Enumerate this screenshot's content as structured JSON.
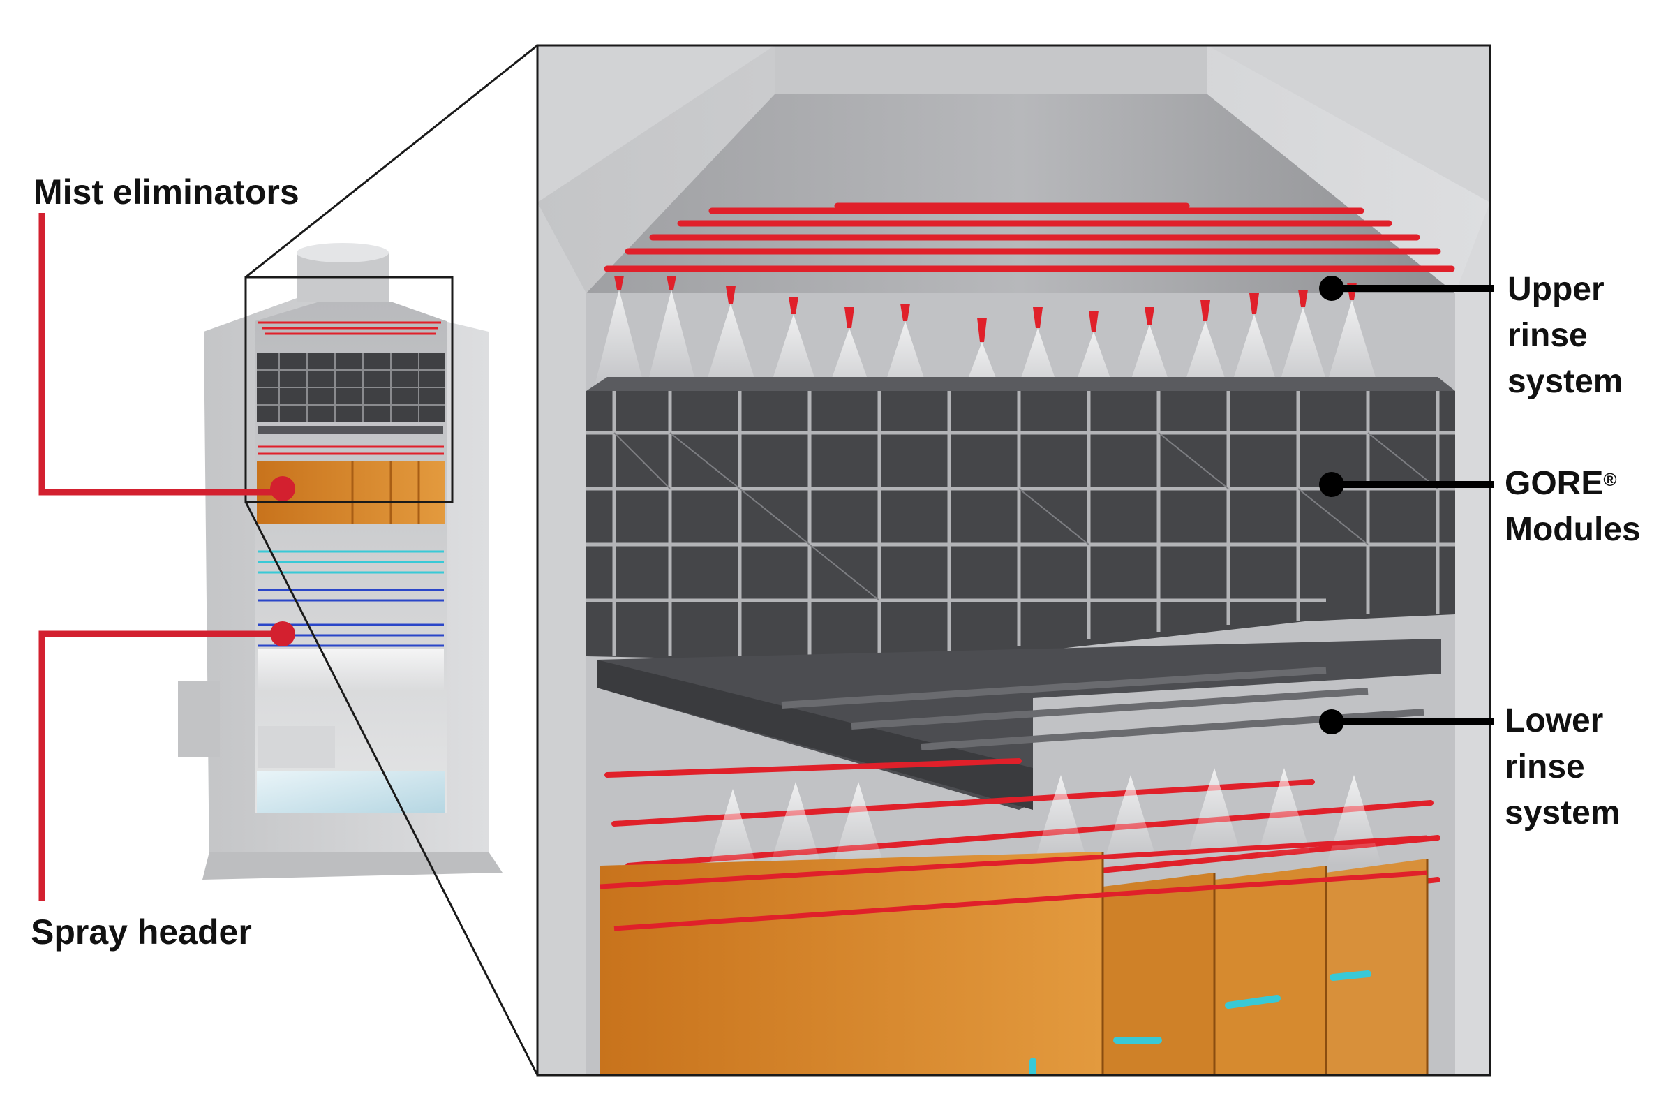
{
  "labels": {
    "mist_eliminators": "Mist eliminators",
    "spray_header": "Spray header",
    "upper_rinse": [
      "Upper",
      "rinse",
      "system"
    ],
    "gore_modules": {
      "line1": "GORE",
      "mark": "®",
      "line2": "Modules"
    },
    "lower_rinse": [
      "Lower",
      "rinse",
      "system"
    ]
  },
  "colors": {
    "leader_red": "#d3202f",
    "leader_black": "#000000",
    "rinse_pipe": "#e0202a",
    "module_frame": "#3a3b3e",
    "module_panel": "#4a4b4f",
    "eliminator_orange": "#d98a2b",
    "spray_blue": "#2a46c8",
    "spray_cyan": "#39c9d6",
    "tower_grey": "#cfd0d2",
    "water": "#cfe6ee"
  },
  "icons": [
    "tower-cutaway-illustration",
    "zoomed-cutaway-illustration"
  ]
}
